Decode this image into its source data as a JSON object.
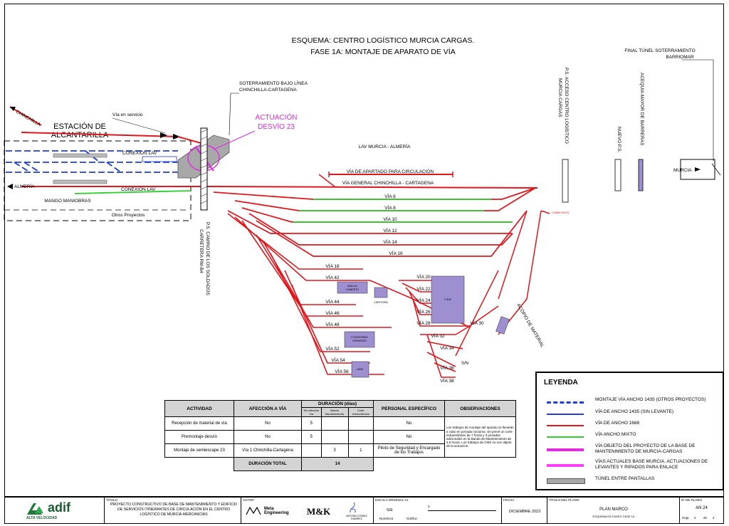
{
  "diagram": {
    "title_line1": "ESQUEMA: CENTRO LOGÍSTICO MURCIA CARGAS.",
    "title_line2": "FASE 1A: MONTAJE DE APARATO DE VÍA",
    "station_line1": "ESTACIÓN DE",
    "station_line2": "ALCANTARILLA",
    "to_chinchilla": "CHINCHILLA",
    "to_almeria": "ALMERÍA",
    "via_en_servicio": "Vía en servicio",
    "conexion_lav_1": "CONEXIÓN LAV",
    "conexion_lav_2": "CONEXIÓN LAV",
    "mango_maniobras": "MANGO MANIOBRAS",
    "otros_proyectos": "Otros Proyectos",
    "soterramiento_1": "SOTERRAMIENTO BAJO LÍNEA",
    "soterramiento_2": "CHINCHILLA-CARTAGENA",
    "actuacion_1": "ACTUACIÓN",
    "actuacion_2": "DESVÍO 23",
    "lav_murcia_almeria": "LAV MURCIA - ALMERÍA",
    "via_apartado": "VÍA DE APARTADO PARA CIRCULACIÓN",
    "via_general": "VÍA GENERAL CHINCHILLA - CARTAGENA",
    "ps_camino_1": "P.S. CAMINO DE LOS SOLDADOS",
    "ps_camino_2": "CARRETERA RM-B4",
    "ps_acceso_1": "P.S. ACCESO CENTRO LOGÍSTICO",
    "ps_acceso_2": "MURCIA CARGAS",
    "nuevo_ps": "NUEVO P.S.",
    "acequia": "ACEQUIA MAYOR DE BARRERAS",
    "final_tunel_1": "FINAL TÚNEL SOTERRAMIENTO",
    "final_tunel_2": "BARRIOMAR",
    "murcia": "MURCIA",
    "muelle_1": "MUELLE",
    "muelle_2": "CUBIERTO",
    "cafeteria": "CAFETERÍA",
    "cbm": "C.B.M",
    "plataforma_1": "PLATAFORMA",
    "plataforma_2": "HORMIGÓN",
    "nave": "NAVE",
    "acopio": "ACOPIO DE MATERIAL",
    "sn": "S/N",
    "vias_upper": [
      "VÍA 6",
      "VÍA 8",
      "VÍA 10",
      "VÍA 12",
      "VÍA 14",
      "VÍA 16"
    ],
    "vias_left": [
      "VÍA 18",
      "VÍA 42",
      "VÍA 44",
      "VÍA 46",
      "VÍA 48",
      "VÍA 52",
      "VÍA 54",
      "VÍA 56"
    ],
    "vias_right": [
      "VÍA 20",
      "VÍA 22",
      "VÍA 24",
      "VÍA 26",
      "VÍA 28",
      "VÍA 30",
      "VÍA 32",
      "VÍA 34",
      "VÍA 36",
      "VÍA 38"
    ]
  },
  "activity_table": {
    "headers": {
      "actividad": "ACTIVIDAD",
      "afeccion": "AFECCIÓN A VÍA",
      "duracion": "DURACIÓN (días)",
      "sub1": "Sin afección Vía",
      "sub2": "Banda Mantenimiento",
      "sub3": "Corte extraordinario",
      "personal": "PERSONAL ESPECÍFICO",
      "observaciones": "OBSERVACIONES"
    },
    "rows": [
      {
        "actividad": "Recepción de material de vía",
        "afeccion": "No",
        "d1": "5",
        "d2": "",
        "d3": "",
        "personal": "No"
      },
      {
        "actividad": "Premontaje desvío",
        "afeccion": "No",
        "d1": "5",
        "d2": "",
        "d3": "",
        "personal": "No"
      },
      {
        "actividad": "Montaje de semiescape 23",
        "afeccion": "Vía 1 Chinchilla-Cartagena",
        "d1": "",
        "d2": "3",
        "d3": "1",
        "personal": "Piloto de Seguridad y Encargado de los Trabajos"
      }
    ],
    "observaciones": "Los trabajos de montaje del aparato se llevarán a cabo en jornada nocturna. Se prevé un corte extraordinario de 7 horas y 3 jornadas adicionales en la Banda de Mantenimiento de 4,5 horas. Los trabajos de CMS no son objeto de la actuación.",
    "total_label": "DURACIÓN TOTAL",
    "total_value": "14"
  },
  "legend": {
    "title": "LEYENDA",
    "items": [
      {
        "label": "MONTAJE VÍA ANCHO 1435 (OTROS PROYECTOS)",
        "color": "#1f3fd6",
        "style": "dashed"
      },
      {
        "label": "VÍA DE ANCHO 1435 (SIN LEVANTE)",
        "color": "#1f3fd6",
        "style": "solid"
      },
      {
        "label": "VÍA DE ANCHO 1668",
        "color": "#e0171d",
        "style": "solid"
      },
      {
        "label": "VÍA ANCHO MIXTO",
        "color": "#2fd12f",
        "style": "solid"
      },
      {
        "label": "VÍA OBJETO DEL PROYECTO DE LA BASE DE MANTENIMIENTO DE MURCIA-CARGAS",
        "color": "#e22ae2",
        "style": "thick"
      },
      {
        "label": "VÍAS ACTUALES BASE MURCIA. ACTUACIONES DE LEVANTES Y RIPADOS PARA ENLACE",
        "color": "#ff40ff",
        "style": "thick"
      },
      {
        "label": "TÚNEL ENTRE PANTALLAS",
        "color": "#9a9a9a",
        "style": "tunnel"
      }
    ]
  },
  "title_block": {
    "logo": "adif",
    "logo_sub": "ALTA VELOCIDAD",
    "titulo_label": "TÍTULO",
    "titulo": "PROYECTO CONSTRUCTIVO DE BASE DE MANTENIMIENTO Y EDIFICIO DE SERVICIOS ITINERANTES DE CIRCULACIÓN EN EL CENTRO LOGÍSTICO DE MURCIA-MERCANCÍAS",
    "autor_label": "AUTOR",
    "autor_1": "Meta Engineering",
    "autor_2": "M&K",
    "autor_3": "ANTONIO GÓMEZ RAMÍREZ",
    "escala_label": "ESCALA ORIGINAL A1",
    "escala_se": "S/E",
    "escala_num": "Numérica",
    "escala_graf": "Gráfica",
    "escala_zero": "0",
    "fecha_label": "FECHA",
    "fecha": "DICIEMBRE 2023",
    "titulo_plano_label": "TÍTULO DEL PLANO",
    "titulo_plano": "PLAN MARCO",
    "titulo_plano_sub": "ESQUEMA DE FASES. FASE 1A",
    "num_label": "Nº DE PLANO",
    "num": "AN 24",
    "hoja_label": "Hoja",
    "hoja": "2",
    "de_label": "de",
    "de": "2"
  },
  "colors": {
    "red_track": "#e0171d",
    "green_track": "#2fd12f",
    "blue_track": "#1f3fd6",
    "magenta": "#e22ae2",
    "building": "#9d8fd0",
    "tunnel": "#a8a8a8"
  }
}
